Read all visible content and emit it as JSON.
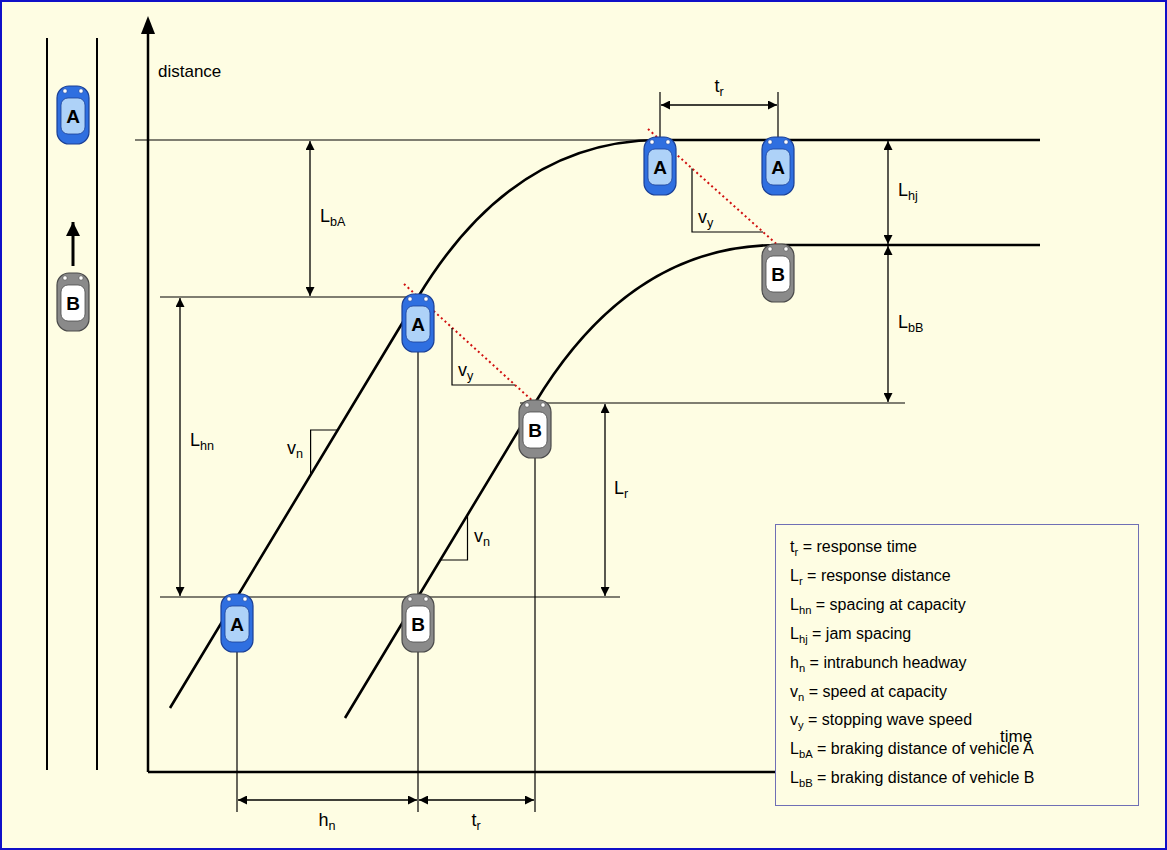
{
  "diagram": {
    "nodes": [
      {
        "text": [
          "A"
        ]
      },
      {
        "text": [
          "B"
        ]
      },
      {
        "text": [
          "A"
        ]
      },
      {
        "text": [
          "A"
        ]
      },
      {
        "text": [
          "B"
        ]
      },
      {
        "text": [
          "A"
        ]
      },
      {
        "text": [
          "B"
        ]
      },
      {
        "text": [
          "A"
        ]
      },
      {
        "text": [
          "B"
        ]
      },
      {
        "text": [
          "tr = response time",
          "Lr = response distance",
          "Lhn = spacing at capacity",
          "Lhj = jam spacing",
          "hn = intrabunch headway",
          "vn = speed at capacity",
          "vy = stopping wave speed",
          "LbA = braking distance of vehicle A",
          "LbB = braking distance of vehicle B"
        ]
      }
    ],
    "labels": [
      "distance",
      "tr",
      "LbA",
      "Lhj",
      "vy",
      "Lhn",
      "vy",
      "vn",
      "LbB",
      "Lr",
      "vn",
      "time",
      "hn",
      "tr"
    ]
  }
}
